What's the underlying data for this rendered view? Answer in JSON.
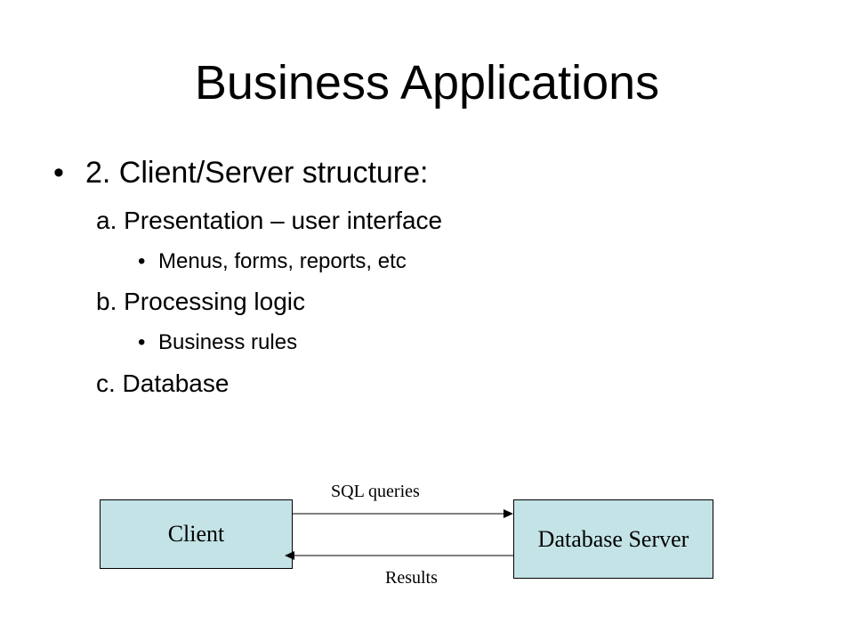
{
  "title": "Business Applications",
  "bullet_char": "•",
  "main_point": "2. Client/Server structure:",
  "items": [
    {
      "label": "a. Presentation – user interface",
      "detail": "Menus, forms, reports, etc"
    },
    {
      "label": "b. Processing logic",
      "detail": "Business rules"
    },
    {
      "label": "c. Database"
    }
  ],
  "diagram": {
    "client": "Client",
    "server": "Database Server",
    "request": "SQL queries",
    "response": "Results",
    "box_color": "#c3e3e6"
  }
}
